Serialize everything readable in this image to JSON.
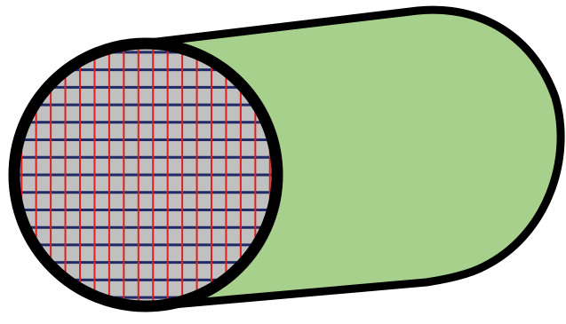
{
  "figure": {
    "subject": "cylinder",
    "colors": {
      "background": "#ffffff",
      "body_fill": "#a8d08d",
      "face_fill": "#c0c0c0",
      "outline": "#000000",
      "grid_vertical": "#e02020",
      "grid_horizontal": "#1f2a66"
    },
    "cross_section_grid": {
      "vertical_lines": 18,
      "horizontal_lines": 15
    }
  }
}
